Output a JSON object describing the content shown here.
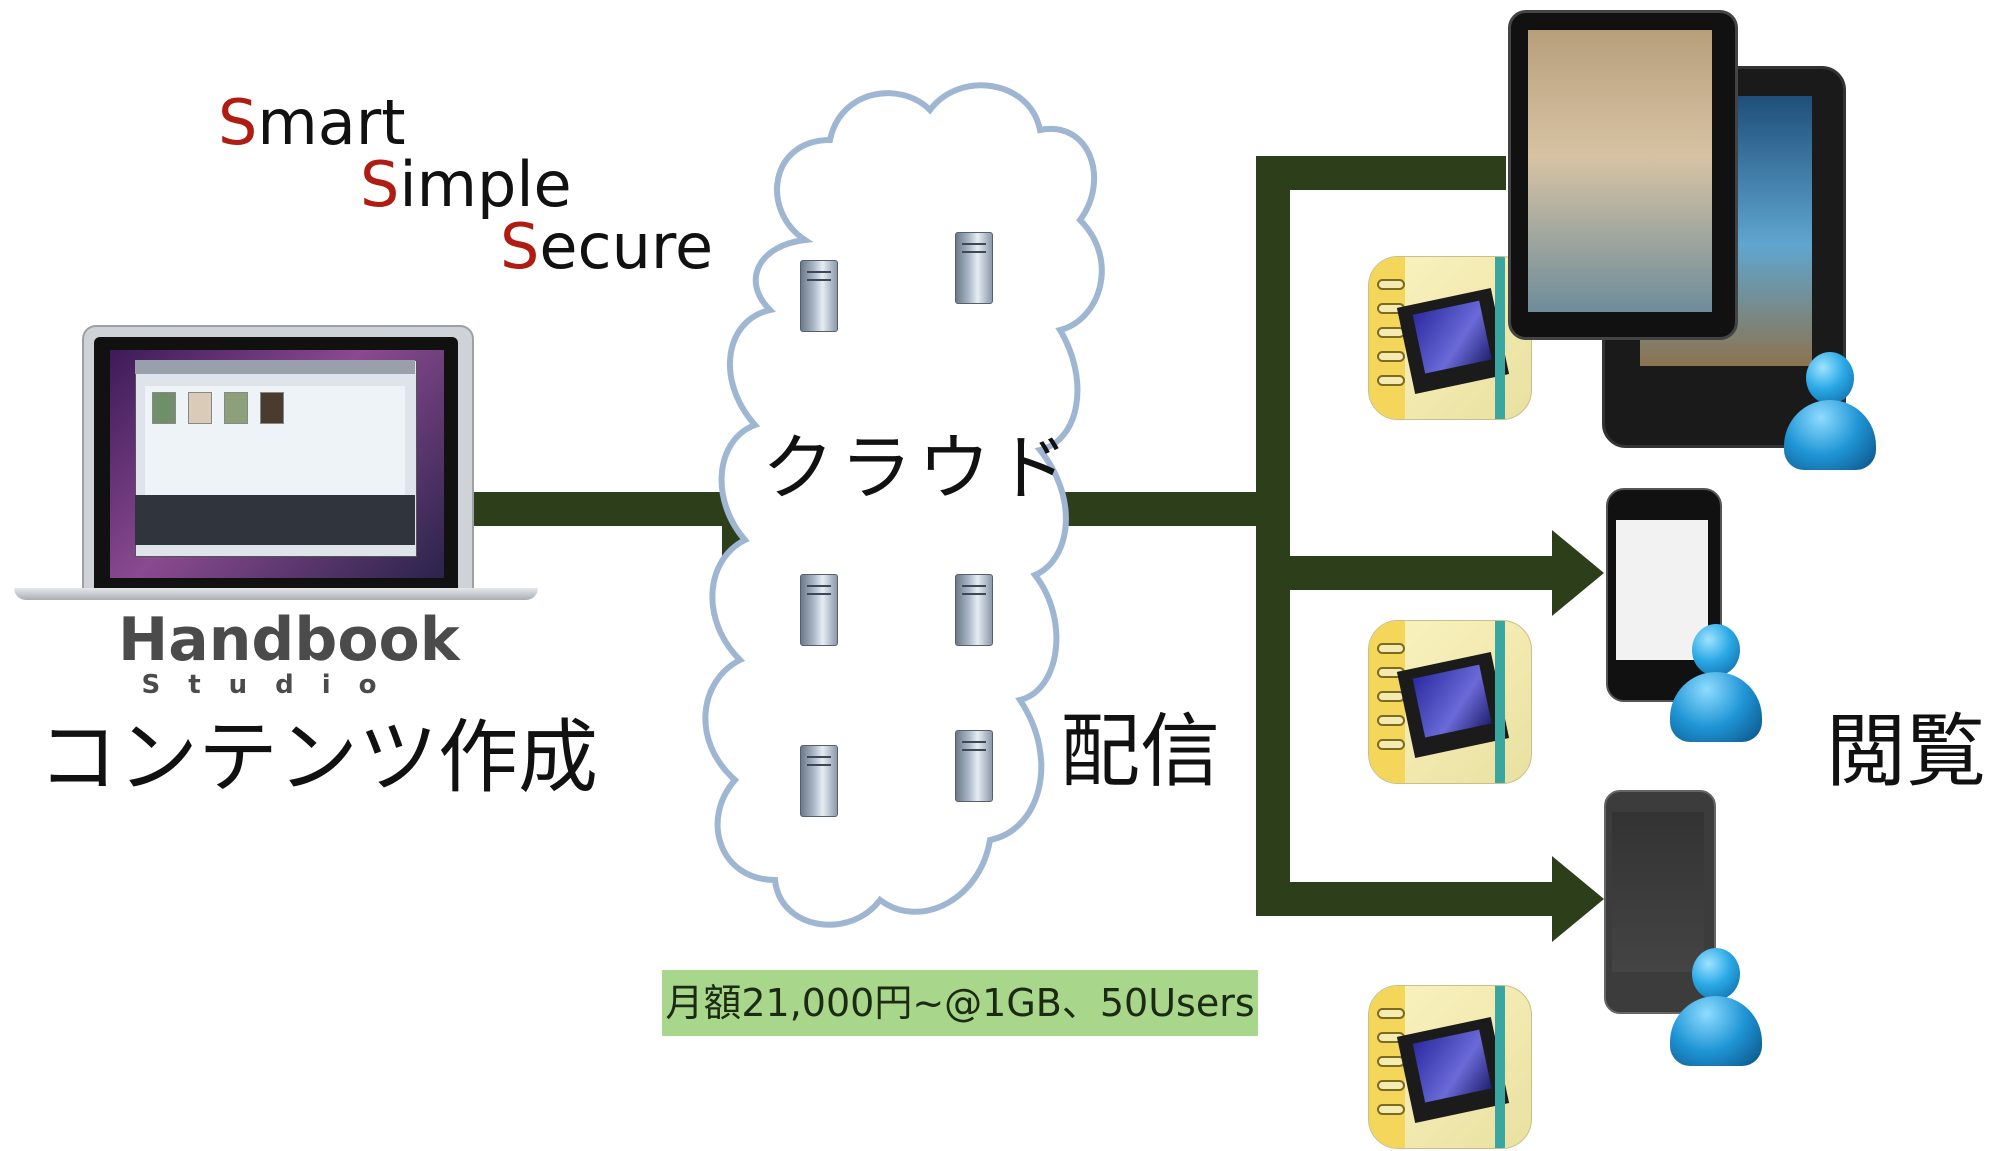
{
  "tagline": {
    "line1": {
      "cap": "S",
      "rest": "mart"
    },
    "line2": {
      "cap": "S",
      "rest": "imple"
    },
    "line3": {
      "cap": "S",
      "rest": "ecure"
    }
  },
  "logo": {
    "name": "Handbook",
    "sub": "Studio"
  },
  "labels": {
    "create": "コンテンツ作成",
    "cloud": "クラウド",
    "deliver": "配信",
    "view": "閲覧"
  },
  "price_tag": "月額21,000円~@1GB、50Users",
  "colors": {
    "arrow": "#2d3f1a",
    "tagline_accent": "#b01c12",
    "price_bg": "#a8d68b",
    "cloud_edge": "#9fb6d2"
  },
  "icons": [
    "laptop-icon",
    "server-icon",
    "app-icon",
    "tablet-icon",
    "smartphone-icon",
    "user-icon"
  ]
}
